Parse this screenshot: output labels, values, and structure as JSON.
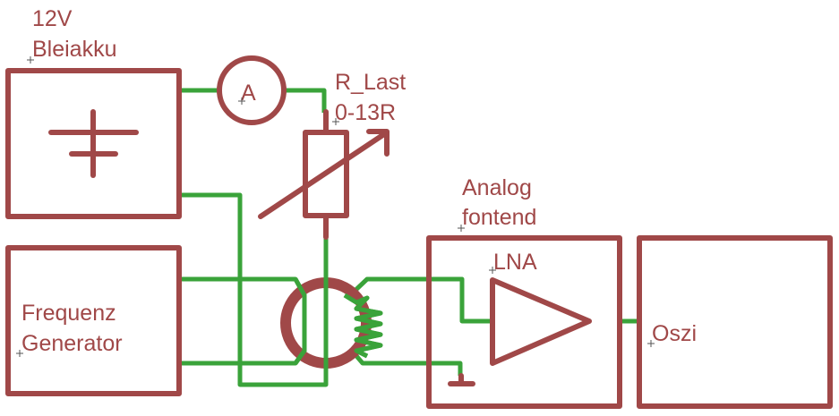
{
  "diagram": {
    "colors": {
      "part": "#a04848",
      "wire": "#3aa33a",
      "background": "#ffffff"
    },
    "components": {
      "battery": {
        "label_line1": "12V",
        "label_line2": "Bleiakku",
        "icon": "battery-icon"
      },
      "ammeter": {
        "label": "A",
        "icon": "ammeter-icon"
      },
      "load_resistor": {
        "label_line1": "R_Last",
        "label_line2": "0-13R",
        "icon": "variable-resistor-icon"
      },
      "frequency_generator": {
        "label_line1": "Frequenz",
        "label_line2": "Generator"
      },
      "current_transformer": {
        "icon": "toroid-transformer-icon"
      },
      "analog_frontend": {
        "label_line1": "Analog",
        "label_line2": "fontend",
        "amp_label": "LNA",
        "icon": "amplifier-icon"
      },
      "oscilloscope": {
        "label": "Oszi"
      }
    }
  }
}
